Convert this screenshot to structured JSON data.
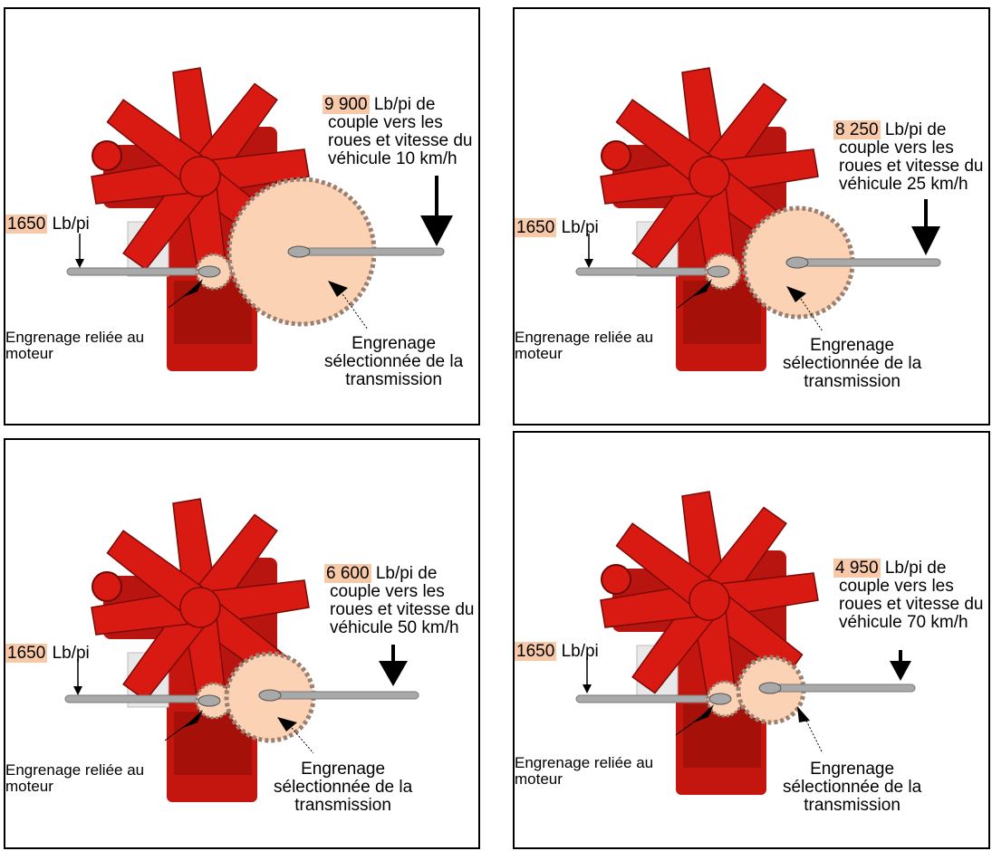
{
  "colors": {
    "engine_red": "#d81a12",
    "engine_dark": "#8a0c08",
    "gear_fill": "#fcd2b4",
    "gear_stroke": "#9a8070",
    "shaft": "#a9a9a9",
    "highlight": "#f8c9a8"
  },
  "panels": [
    {
      "id": "p1",
      "input_value": "1650",
      "input_unit": "Lb/pi",
      "output_value": "9 900",
      "output_line1_rest": "Lb/pi de",
      "output_line2": "couple vers les",
      "output_line3": "roues et vitesse du",
      "output_line4": "véhicule 10 km/h",
      "engine_gear_label_1": "Engrenage reliée au",
      "engine_gear_label_2": "moteur",
      "selected_gear_label_1": "Engrenage",
      "selected_gear_label_2": "sélectionnée de la",
      "selected_gear_label_3": "transmission"
    },
    {
      "id": "p2",
      "input_value": "1650",
      "input_unit": "Lb/pi",
      "output_value": "8 250",
      "output_line1_rest": "Lb/pi de",
      "output_line2": "couple vers les",
      "output_line3": "roues et vitesse du",
      "output_line4": "véhicule 25 km/h",
      "engine_gear_label_1": "Engrenage reliée au",
      "engine_gear_label_2": "moteur",
      "selected_gear_label_1": "Engrenage",
      "selected_gear_label_2": "sélectionnée de la",
      "selected_gear_label_3": "transmission"
    },
    {
      "id": "p3",
      "input_value": "1650",
      "input_unit": "Lb/pi",
      "output_value": "6 600",
      "output_line1_rest": "Lb/pi de",
      "output_line2": "couple vers les",
      "output_line3": "roues et vitesse du",
      "output_line4": "véhicule 50 km/h",
      "engine_gear_label_1": "Engrenage reliée au",
      "engine_gear_label_2": "moteur",
      "selected_gear_label_1": "Engrenage",
      "selected_gear_label_2": "sélectionnée de la",
      "selected_gear_label_3": "transmission"
    },
    {
      "id": "p4",
      "input_value": "1650",
      "input_unit": "Lb/pi",
      "output_value": "4 950",
      "output_line1_rest": "Lb/pi de",
      "output_line2": "couple vers les",
      "output_line3": "roues et vitesse du",
      "output_line4": "véhicule 70 km/h",
      "engine_gear_label_1": "Engrenage reliée au",
      "engine_gear_label_2": "moteur",
      "selected_gear_label_1": "Engrenage",
      "selected_gear_label_2": "sélectionnée de la",
      "selected_gear_label_3": "transmission"
    }
  ]
}
